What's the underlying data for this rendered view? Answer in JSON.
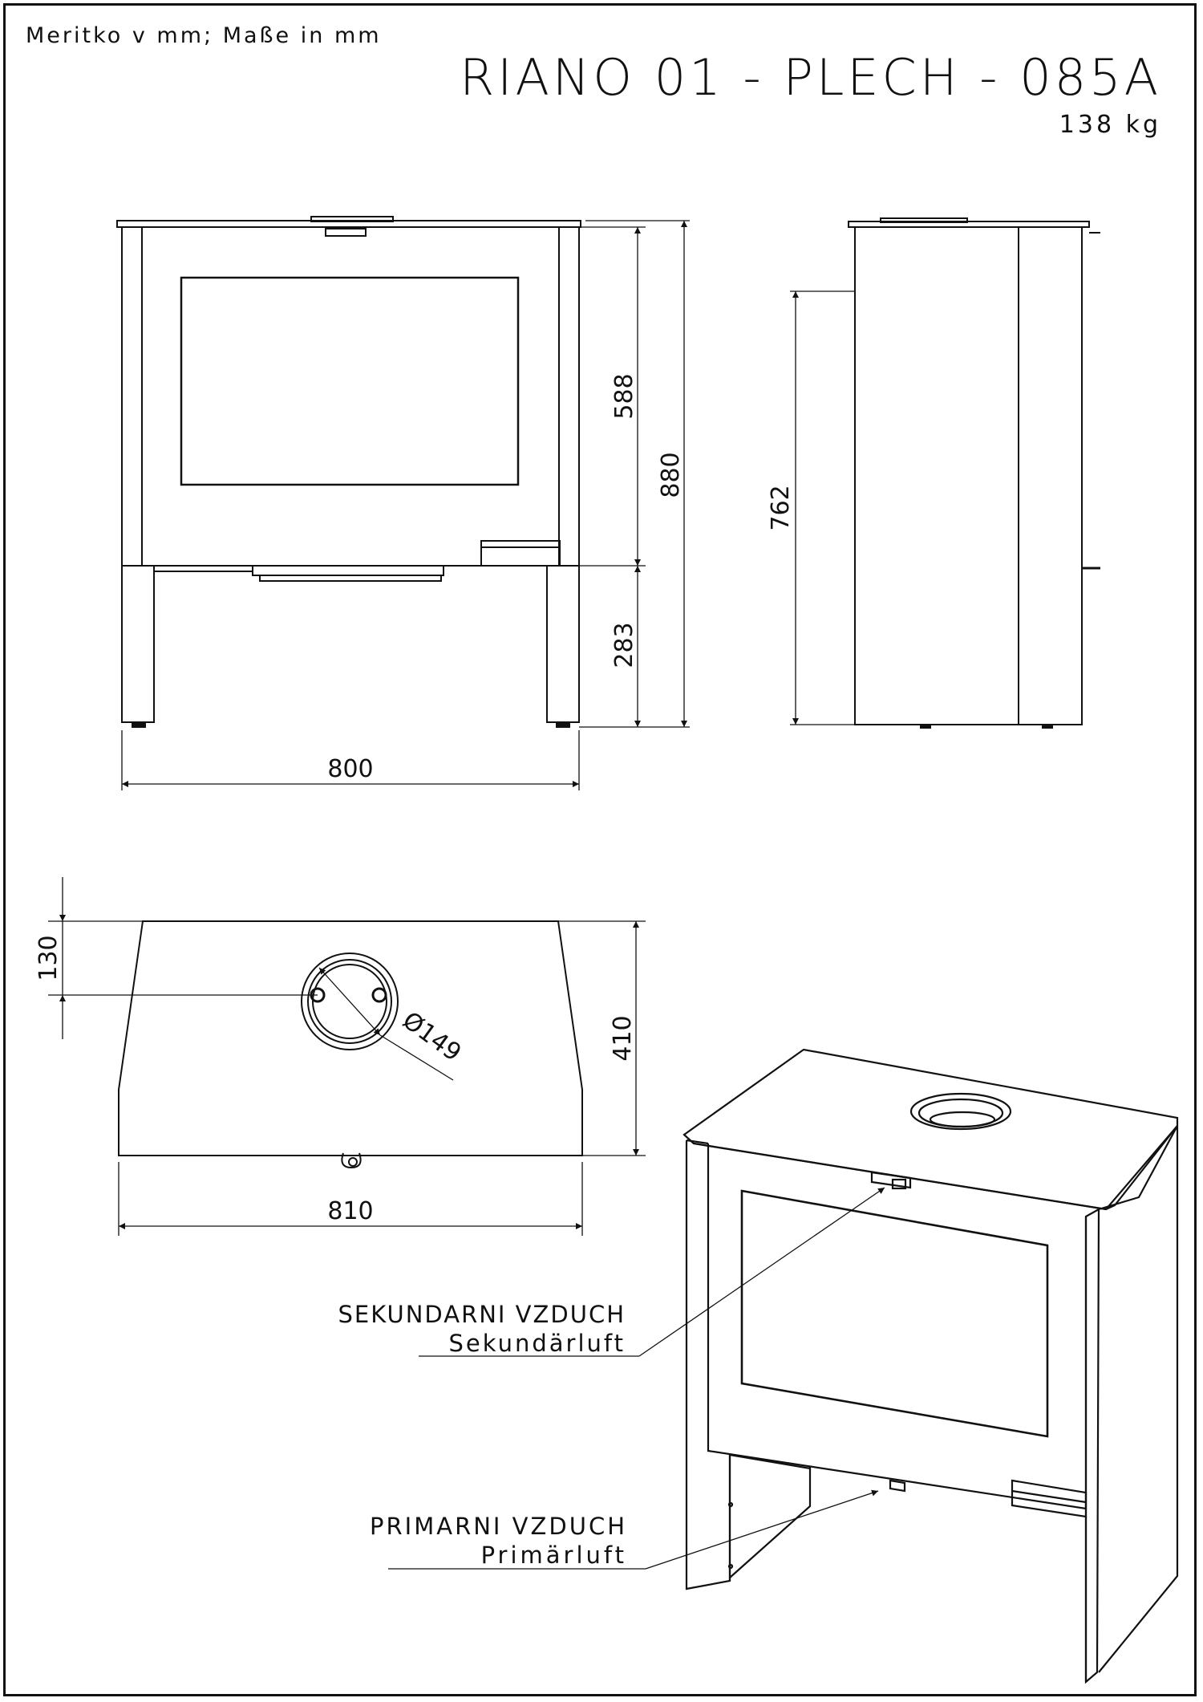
{
  "header": {
    "scale_note": "Meritko v mm; Maße in mm",
    "title": "RIANO 01 - PLECH - 085A",
    "weight": "138 kg"
  },
  "dimensions": {
    "front_glass_height": "588",
    "front_total_height": "880",
    "front_leg_height": "283",
    "front_width": "800",
    "side_height": "762",
    "top_flue_offset": "130",
    "top_depth": "410",
    "top_flue_diameter": "Ø149",
    "top_width": "810"
  },
  "labels": {
    "secondary_air_cz": "SEKUNDARNI VZDUCH",
    "secondary_air_de": "Sekundärluft",
    "primary_air_cz": "PRIMARNI VZDUCH",
    "primary_air_de": "Primärluft"
  }
}
